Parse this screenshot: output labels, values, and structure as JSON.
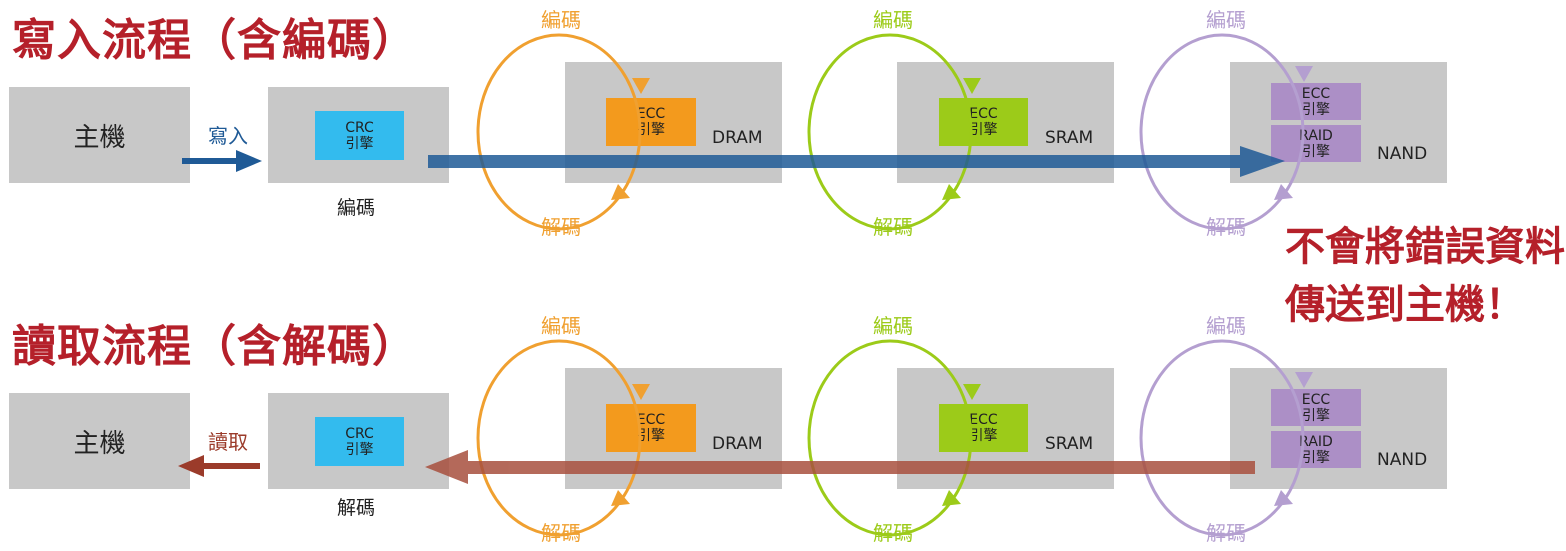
{
  "write": {
    "title": "寫入流程（含編碼）",
    "host": "主機",
    "action": "寫入",
    "crc": {
      "line1": "CRC",
      "line2": "引擎"
    },
    "crc_caption": "編碼",
    "dram": {
      "label": "DRAM",
      "ecc1": "ECC",
      "ecc2": "引擎",
      "encode": "編碼",
      "decode": "解碼"
    },
    "sram": {
      "label": "SRAM",
      "ecc1": "ECC",
      "ecc2": "引擎",
      "encode": "編碼",
      "decode": "解碼"
    },
    "nand": {
      "label": "NAND",
      "ecc1": "ECC",
      "ecc2": "引擎",
      "raid1": "RAID",
      "raid2": "引擎",
      "encode": "編碼",
      "decode": "解碼"
    }
  },
  "read": {
    "title": "讀取流程（含解碼）",
    "host": "主機",
    "action": "讀取",
    "crc": {
      "line1": "CRC",
      "line2": "引擎"
    },
    "crc_caption": "解碼",
    "dram": {
      "label": "DRAM",
      "ecc1": "ECC",
      "ecc2": "引擎",
      "encode": "編碼",
      "decode": "解碼"
    },
    "sram": {
      "label": "SRAM",
      "ecc1": "ECC",
      "ecc2": "引擎",
      "encode": "編碼",
      "decode": "解碼"
    },
    "nand": {
      "label": "NAND",
      "ecc1": "ECC",
      "ecc2": "引擎",
      "raid1": "RAID",
      "raid2": "引擎",
      "encode": "編碼",
      "decode": "解碼"
    }
  },
  "note": {
    "line1": "不會將錯誤資料",
    "line2": "傳送到主機！"
  },
  "colors": {
    "title": "#b5202a",
    "write_arrow": "#1f5a96",
    "read_arrow": "#9b3b2a",
    "crc": "#33bbee",
    "dram": "#f39a1d",
    "sram": "#9ccb19",
    "nand": "#ac8fc6"
  }
}
